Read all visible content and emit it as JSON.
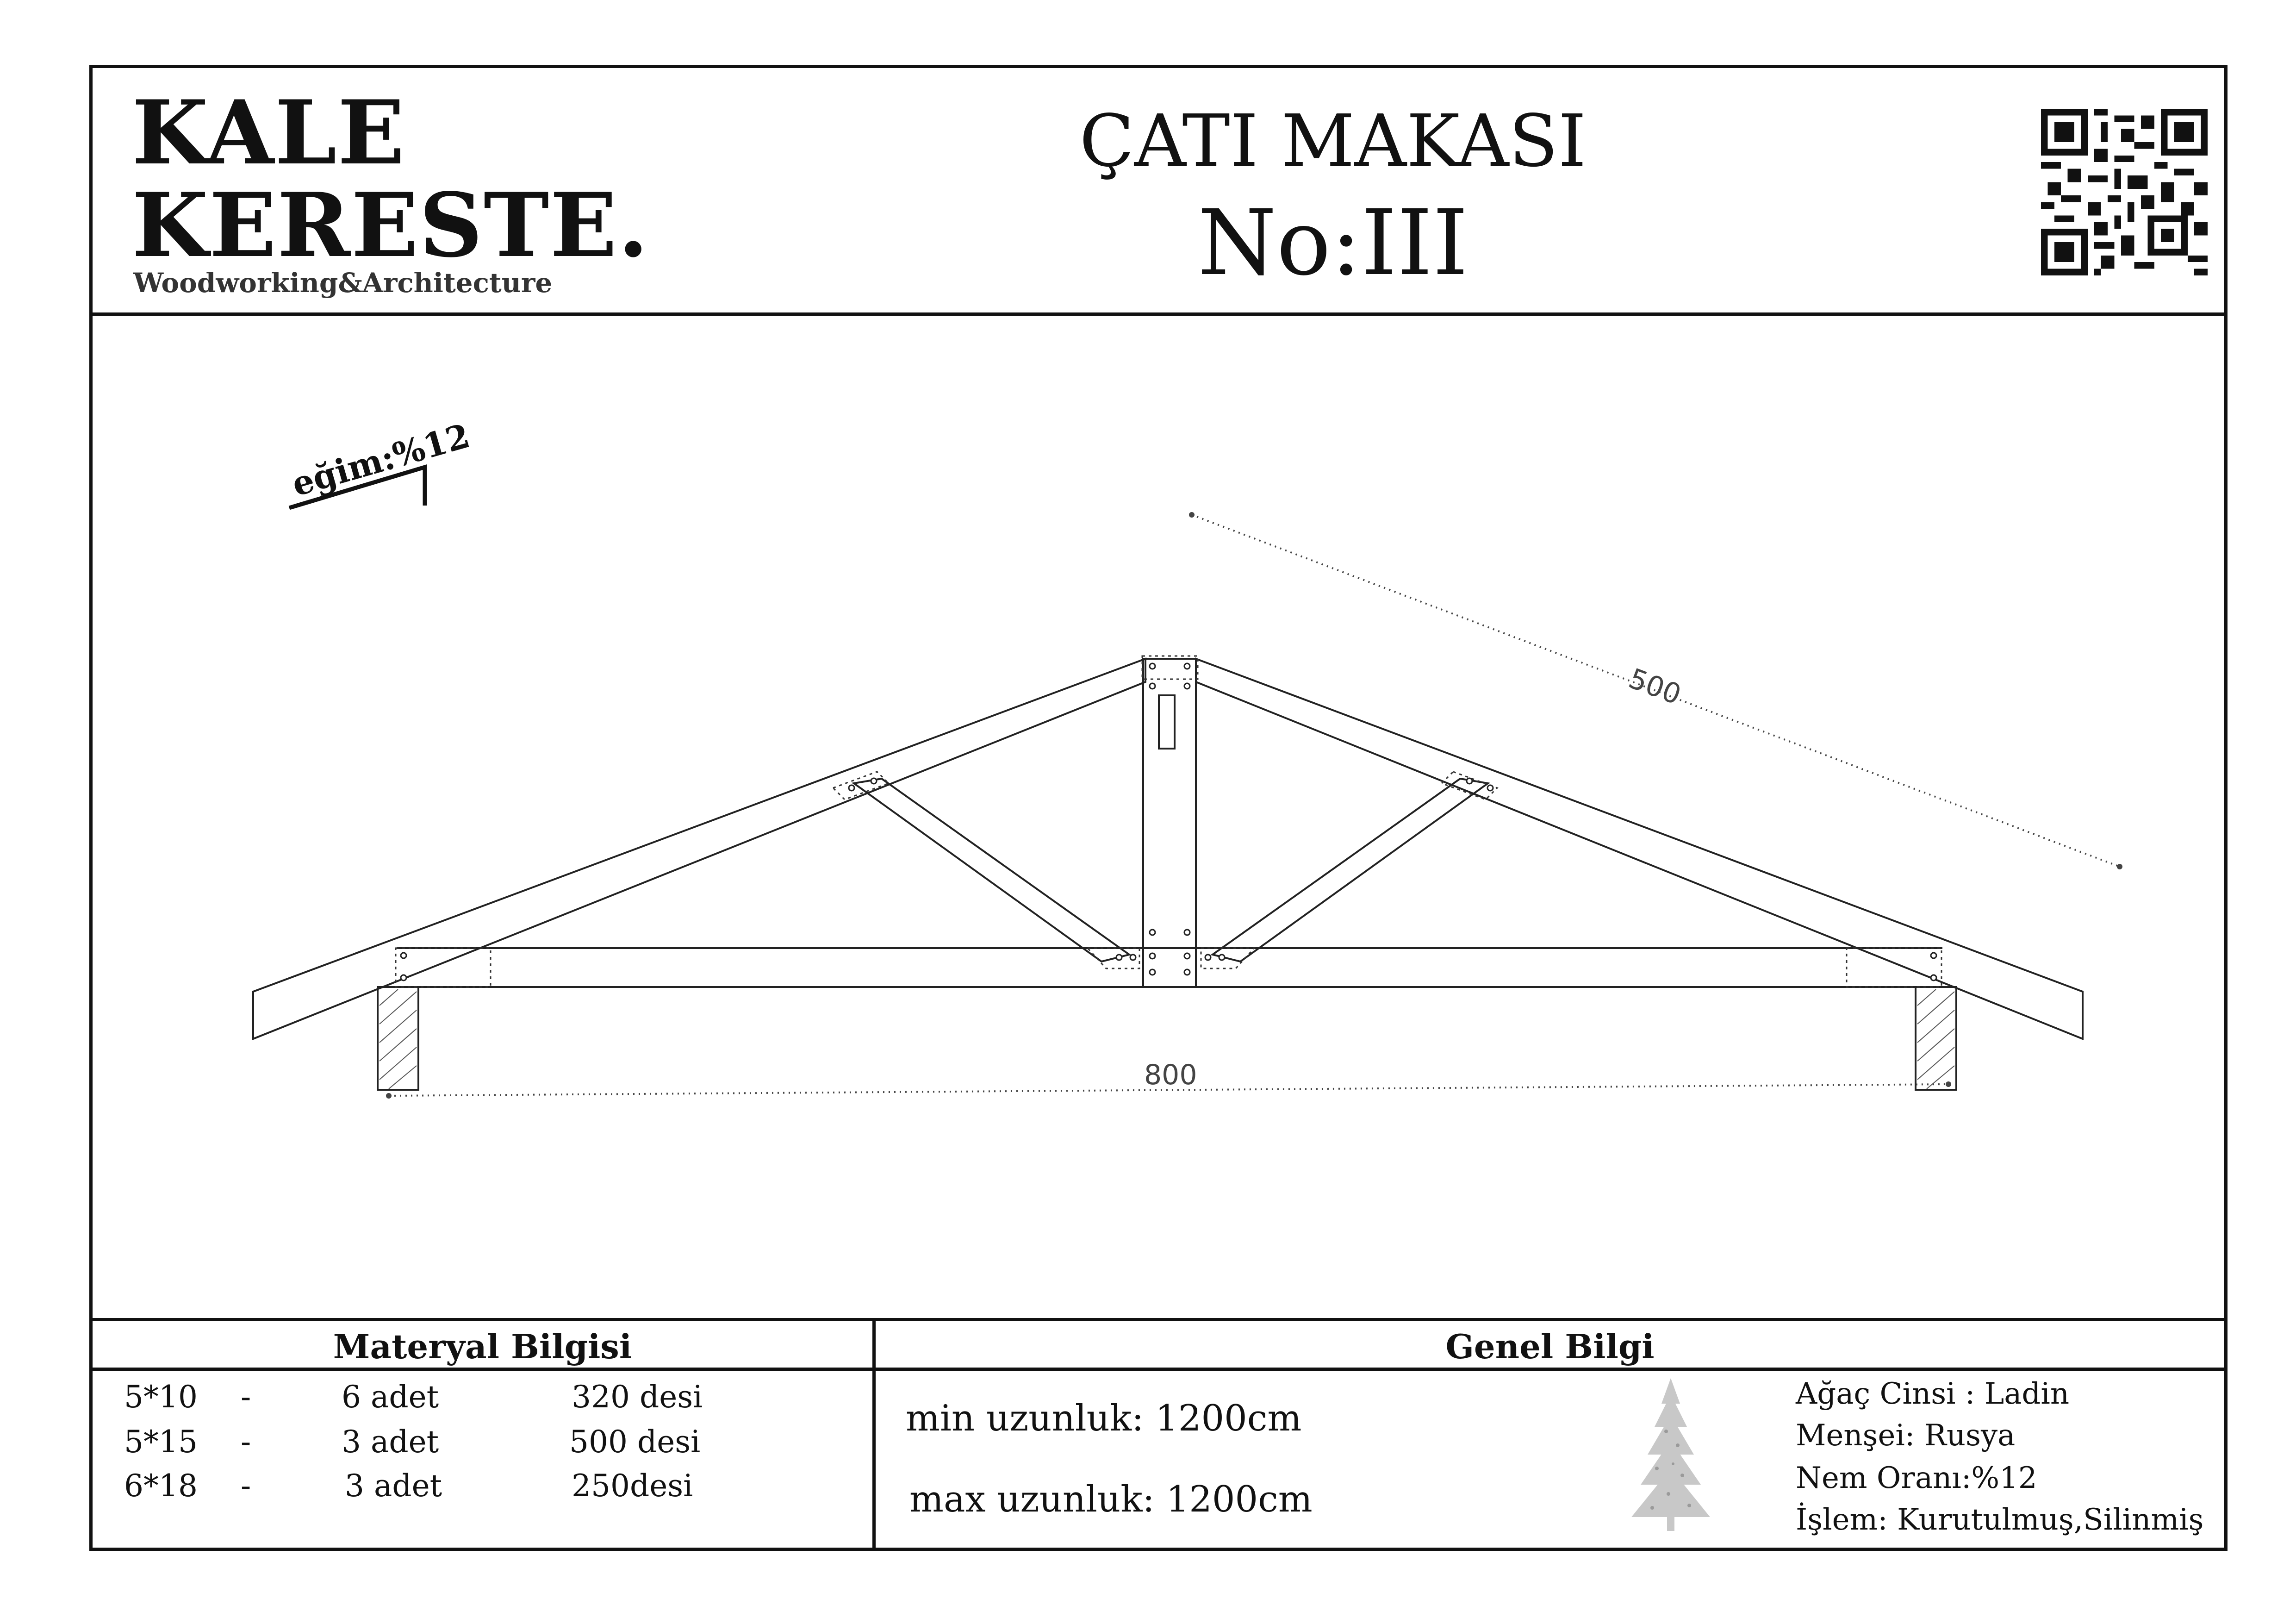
{
  "header": {
    "brand_line1": "KALE",
    "brand_line2": "KERESTE.",
    "tagline": "Woodworking&Architecture",
    "title": "ÇATI MAKASI",
    "number": "No:III"
  },
  "qr_icon": "qr-code-icon",
  "drawing": {
    "slope_label": "eğim:%12",
    "rafter_length": "500",
    "span_length": "800"
  },
  "material": {
    "heading": "Materyal Bilgisi",
    "rows": [
      {
        "size": "5*10",
        "dash": "-",
        "qty": "6 adet",
        "volume": "320 desi"
      },
      {
        "size": "5*15",
        "dash": "-",
        "qty": "3 adet",
        "volume": "500 desi"
      },
      {
        "size": "6*18",
        "dash": "-",
        "qty": "3 adet",
        "volume": "250desi"
      }
    ]
  },
  "general": {
    "heading": "Genel Bilgi",
    "min_length": "min uzunluk:  1200cm",
    "max_length": "max uzunluk: 1200cm",
    "tree_icon": "spruce-tree-icon",
    "specs": [
      "Ağaç Cinsi : Ladin",
      "Menşei: Rusya",
      "Nem Oranı:%12",
      "İşlem: Kurutulmuş,Silinmiş"
    ]
  },
  "colors": {
    "ink": "#111111",
    "background": "#ffffff"
  }
}
